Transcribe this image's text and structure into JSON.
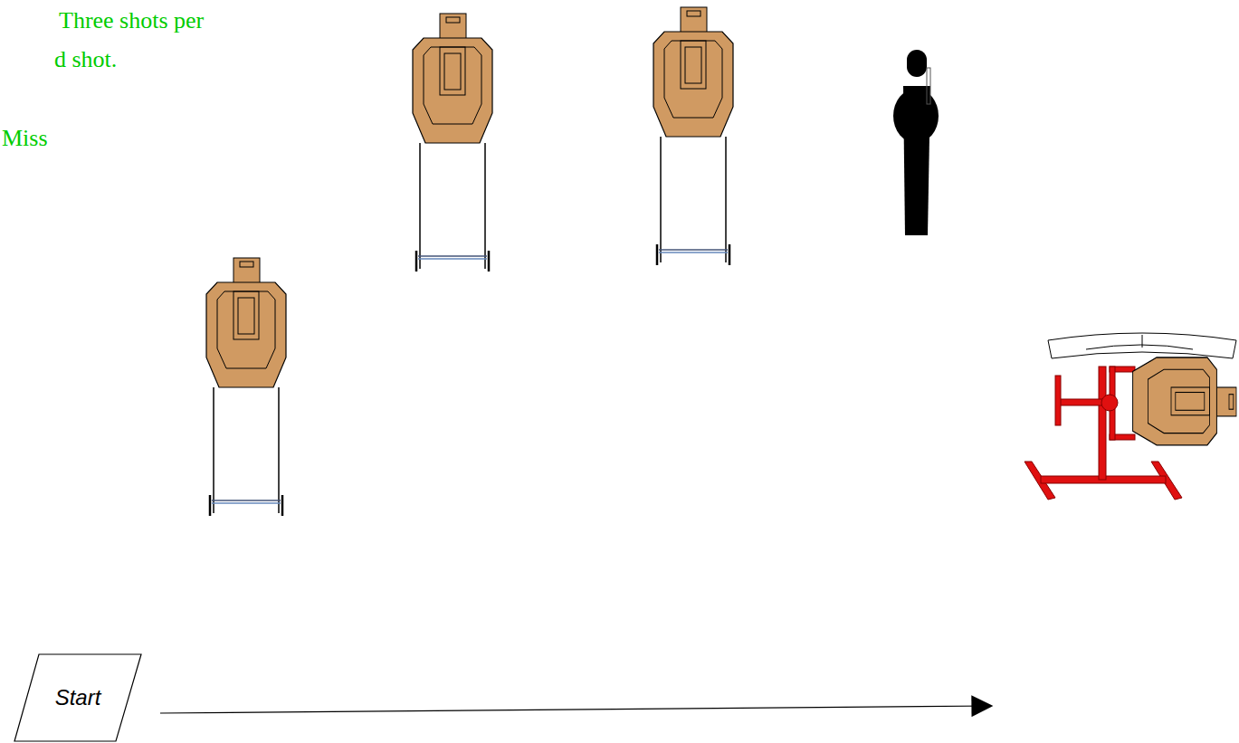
{
  "diagram": {
    "nodes": [
      {
        "text": [
          "Start"
        ]
      }
    ],
    "labels": [
      "Three shots per",
      "d shot.",
      "Miss"
    ]
  }
}
